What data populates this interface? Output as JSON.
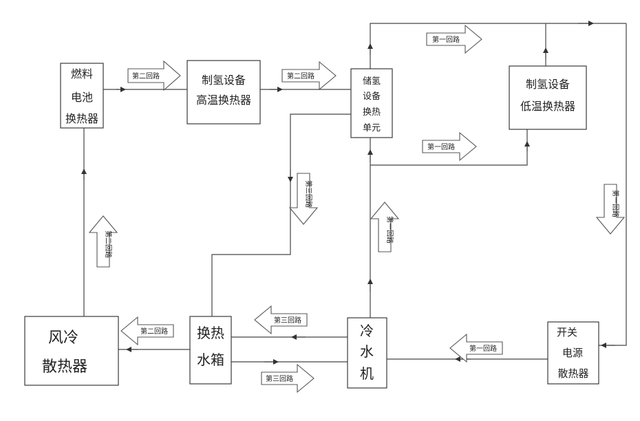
{
  "nodes": {
    "fuel_cell": {
      "lines": [
        "燃料",
        "电池",
        "换热器"
      ]
    },
    "h2_high": {
      "lines": [
        "制氢设备",
        "高温换热器"
      ]
    },
    "h2_storage": {
      "lines": [
        "储氢",
        "设备",
        "换热",
        "单元"
      ]
    },
    "h2_low": {
      "lines": [
        "制氢设备",
        "低温换热器"
      ]
    },
    "air_cooler": {
      "lines": [
        "风冷",
        "散热器"
      ]
    },
    "water_tank": {
      "lines": [
        "换热",
        "水箱"
      ]
    },
    "chiller": {
      "lines": [
        "冷",
        "水",
        "机"
      ]
    },
    "psu_radiator": {
      "lines": [
        "开关",
        "电源",
        "散热器"
      ]
    }
  },
  "flows": {
    "loop1": "第一回路",
    "loop2": "第二回路",
    "loop3": "第三回路"
  },
  "colors": {
    "line": "#444444",
    "box": "#3a3a3a",
    "text": "#222222"
  }
}
